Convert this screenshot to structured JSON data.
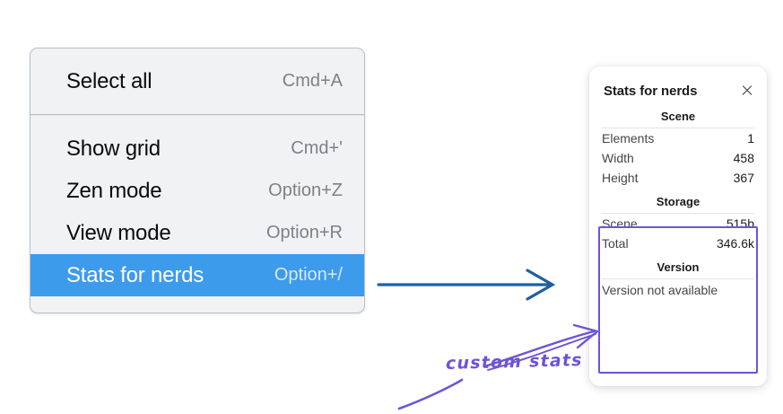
{
  "context_menu": {
    "name": "canvas-context-menu",
    "groups": [
      {
        "items": [
          {
            "label": "Select all",
            "shortcut": "Cmd+A",
            "selected": false
          }
        ]
      },
      {
        "items": [
          {
            "label": "Show grid",
            "shortcut": "Cmd+'",
            "selected": false
          },
          {
            "label": "Zen mode",
            "shortcut": "Option+Z",
            "selected": false
          },
          {
            "label": "View mode",
            "shortcut": "Option+R",
            "selected": false
          },
          {
            "label": "Stats for nerds",
            "shortcut": "Option+/",
            "selected": true
          }
        ]
      }
    ]
  },
  "stats_panel": {
    "title": "Stats for nerds",
    "close_icon": "close-icon",
    "sections": [
      {
        "title": "Scene",
        "rows": [
          {
            "key": "Elements",
            "value": "1"
          },
          {
            "key": "Width",
            "value": "458"
          },
          {
            "key": "Height",
            "value": "367"
          }
        ]
      },
      {
        "title": "Storage",
        "rows": [
          {
            "key": "Scene",
            "value": "515b"
          },
          {
            "key": "Total",
            "value": "346.6k"
          }
        ]
      },
      {
        "title": "Version",
        "single": "Version not available"
      }
    ]
  },
  "annotations": {
    "handwriting": "custom stats",
    "handwriting_color": "#6f53d6",
    "highlight_color": "#6f53d6",
    "flow_arrow_color": "#1f5fa0",
    "flow_arrow_name": "menu-to-panel-arrow"
  },
  "colors": {
    "menu_background": "#f0f2f4",
    "menu_border": "#b9c0c9",
    "selection_blue": "#3d9bec",
    "panel_background": "#ffffff"
  }
}
